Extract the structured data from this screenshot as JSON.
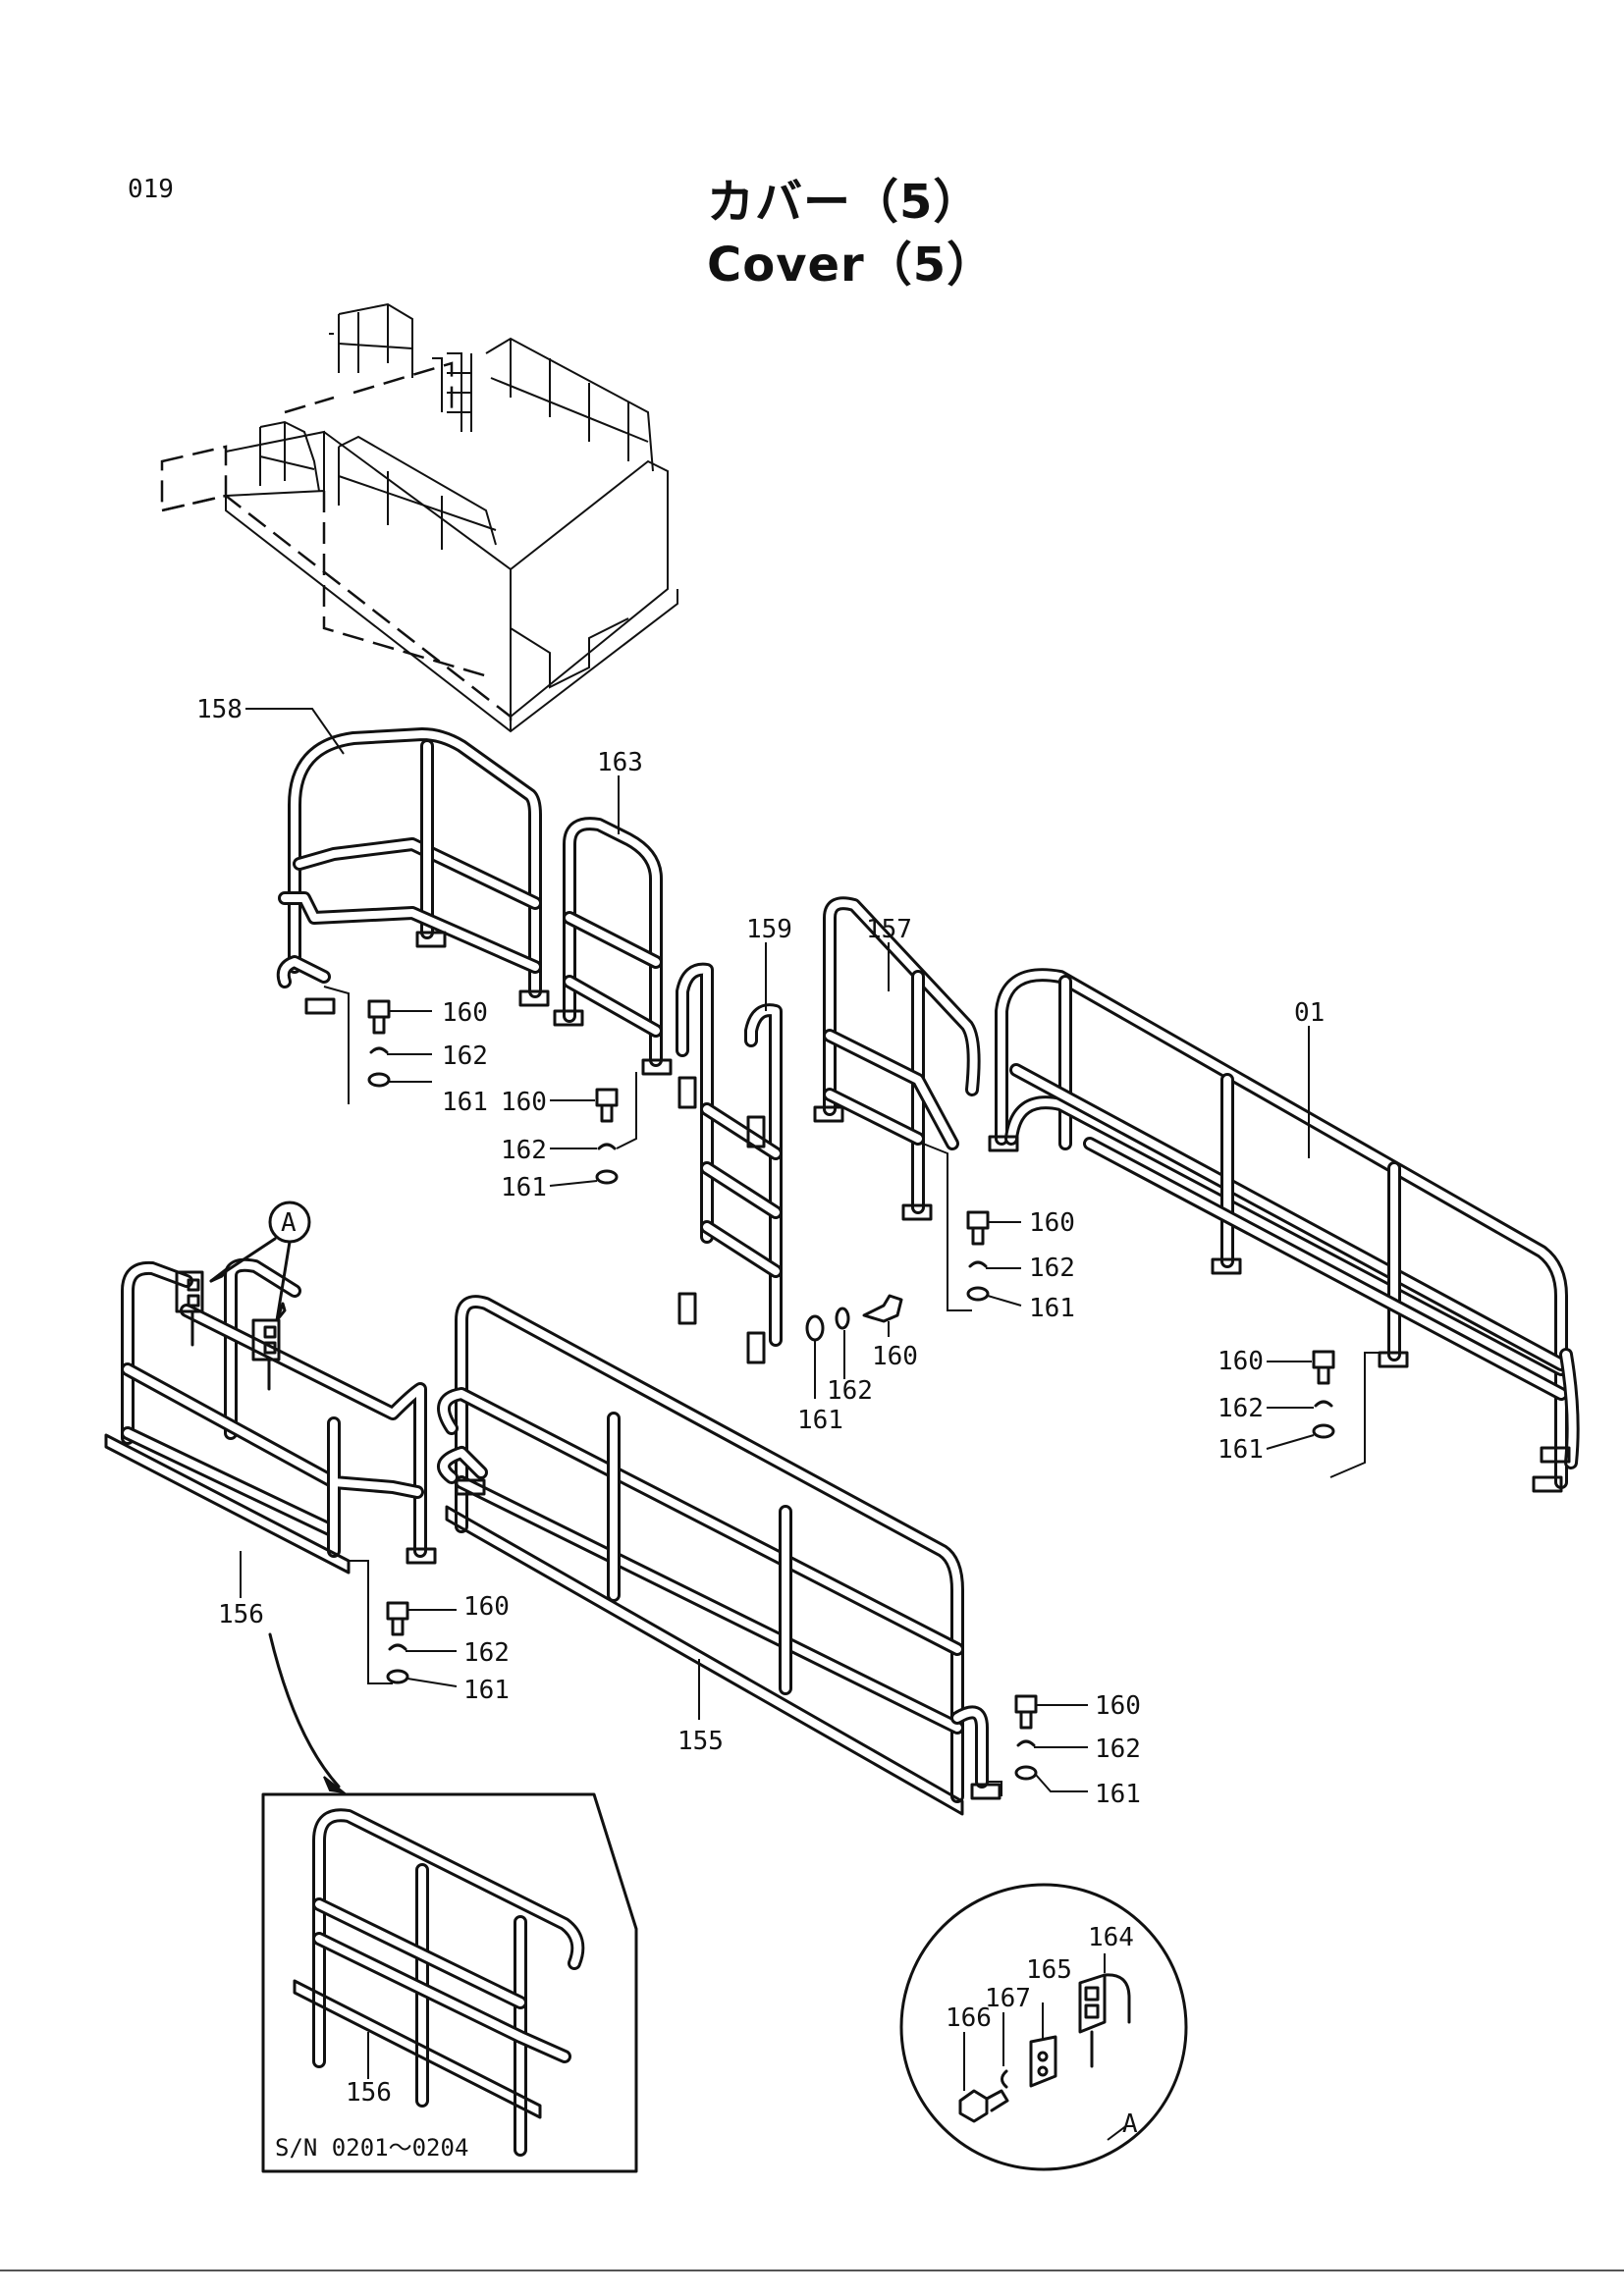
{
  "page_code": "019",
  "title_jp": "カバー（5）",
  "title_en": "Cover（5）",
  "detail_marker": "A",
  "serial_note": "S/N 0201～0204",
  "callouts": {
    "p01": "01",
    "p155": "155",
    "p156": "156",
    "p157": "157",
    "p158": "158",
    "p159": "159",
    "p160": "160",
    "p161": "161",
    "p162": "162",
    "p163": "163",
    "p164": "164",
    "p165": "165",
    "p166": "166",
    "p167": "167"
  }
}
